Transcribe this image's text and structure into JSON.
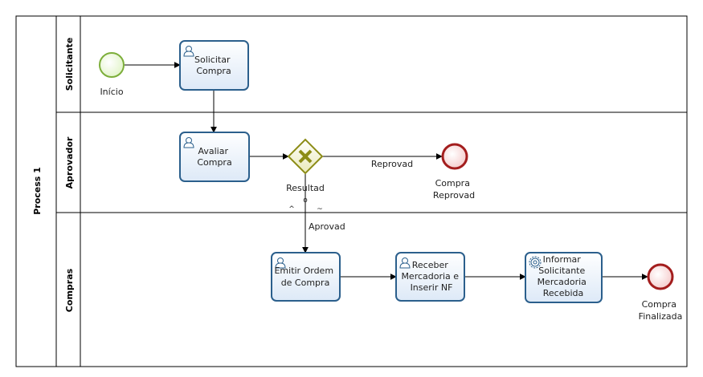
{
  "pool": {
    "name": "Process 1"
  },
  "lanes": [
    {
      "name": "Solicitante"
    },
    {
      "name": "Aprovador"
    },
    {
      "name": "Compras"
    }
  ],
  "events": {
    "start": {
      "label": "Início"
    },
    "end_rejected": {
      "label_lines": [
        "Compra",
        "Reprovad"
      ]
    },
    "end_finished": {
      "label_lines": [
        "Compra",
        "Finalizada"
      ]
    }
  },
  "tasks": {
    "solicitar": {
      "lines": [
        "Solicitar",
        "Compra"
      ],
      "kind": "user-task-icon"
    },
    "avaliar": {
      "lines": [
        "Avaliar",
        "Compra"
      ],
      "kind": "user-task-icon"
    },
    "emitir": {
      "lines": [
        "Emitir Ordem",
        "de Compra"
      ],
      "kind": "user-task-icon"
    },
    "receber": {
      "lines": [
        "Receber",
        "Mercadoria e",
        "Inserir NF"
      ],
      "kind": "user-task-icon"
    },
    "informar": {
      "lines": [
        "Informar",
        "Solicitante",
        "Mercadoria",
        "Recebida"
      ],
      "kind": "service-task-icon"
    }
  },
  "gateway": {
    "label": "Resultad",
    "label_extra": [
      "o",
      "^",
      "~"
    ]
  },
  "flows": {
    "reprovado": "Reprovad",
    "aprovado": "Aprovad"
  },
  "colors": {
    "task_fill": "#dde9f7",
    "task_stroke": "#2b5f8c",
    "start_fill": "#dff3c4",
    "start_stroke": "#7cae3a",
    "end_fill": "#f9dada",
    "end_stroke": "#a31d1d",
    "gateway_fill": "#f4f4d2",
    "gateway_stroke": "#8c8c16"
  }
}
